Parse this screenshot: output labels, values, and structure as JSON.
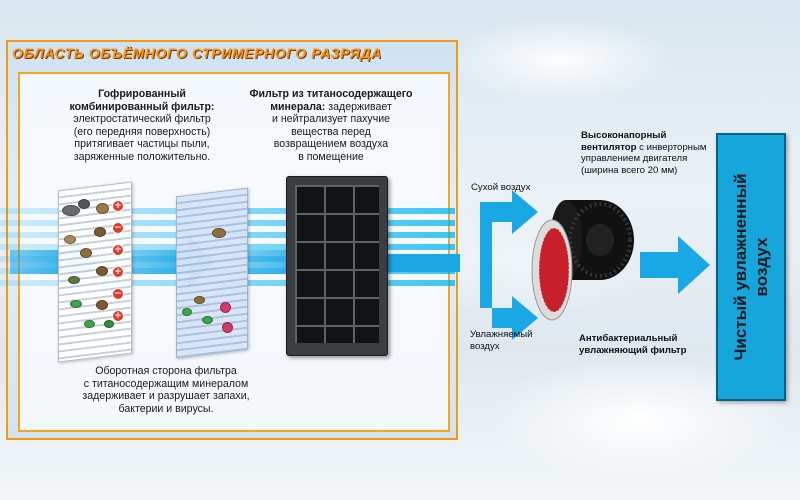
{
  "panel": {
    "title": "ОБЛАСТЬ ОБЪЁМНОГО СТРИМЕРНОГО РАЗРЯДА"
  },
  "filter1": {
    "title_line1": "Гофрированный",
    "title_line2": "комбинированный фильтр:",
    "desc_lines": [
      "электростатический фильтр",
      "(его передняя поверхность)",
      "притягивает частицы пыли,",
      "заряженные положительно."
    ]
  },
  "filter2": {
    "title_line1": "Фильтр из титаносодержащего",
    "title_line2": "минерала:",
    "title_tail": " задерживает",
    "desc_lines": [
      "и нейтрализует пахучие",
      "вещества перед",
      "возвращением воздуха",
      "в помещение"
    ]
  },
  "reverse_note": {
    "lines": [
      "Оборотная сторона фильтра",
      "с титаносодержащим минералом",
      "задерживает и разрушает запахи,",
      "бактерии и вирусы."
    ]
  },
  "fan": {
    "title_line1": "Высоконапорный",
    "title_line2": "вентилятор",
    "title_tail": " с инверторным",
    "desc_lines": [
      "управлением двигателя",
      "(ширина всего 20 мм)"
    ]
  },
  "labels": {
    "dry_air": "Сухой воздух",
    "humid_air_line1": "Увлажняемый",
    "humid_air_line2": "воздух",
    "humidifier_line1": "Антибактериальный",
    "humidifier_line2": "увлажняющий фильтр"
  },
  "output": {
    "line1": "Чистый увлажненный",
    "line2": "воздух"
  },
  "colors": {
    "accent_orange": "#f7941d",
    "flow_blue": "#1aa7e6",
    "output_box": "#17a6dc",
    "humidifier_red": "#c8202a"
  }
}
